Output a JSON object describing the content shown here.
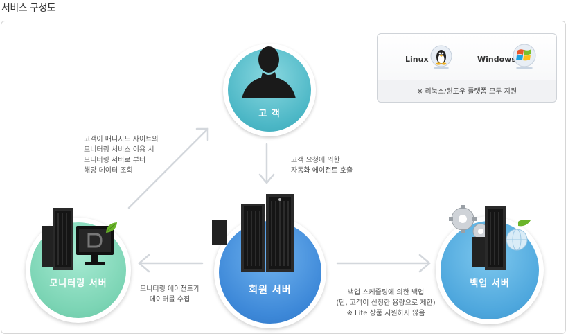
{
  "title": "서비스 구성도",
  "platform": {
    "linux_label": "Linux",
    "windows_label": "Windows",
    "note": "※ 리눅스/윈도우 플랫폼 모두 지원"
  },
  "nodes": {
    "customer": "고 객",
    "member_server": "회원 서버",
    "monitoring_server": "모니터링 서버",
    "backup_server": "백업 서버"
  },
  "notes": {
    "customer_view": [
      "고객이 매니지드 사이트의",
      "모니터링 서비스 이용 시",
      "모니터링 서버로 부터",
      "해당 데이터 조회"
    ],
    "agent_call": [
      "고객 요청에 의한",
      "자동화 에이전트 호출"
    ],
    "collect": [
      "모니터링 에이전트가",
      "데이터를 수집"
    ],
    "backup": [
      "백업 스케줄링에 의한 백업",
      "(단, 고객이 신청한 용량으로 제한)",
      "※ Lite 상품 지원하지 않음"
    ]
  },
  "colors": {
    "customer_circle": "#5fc3cf",
    "member_circle": "#3b86d6",
    "monitoring_circle": "#7fd6b8",
    "backup_circle": "#58aee0",
    "arrow": "#d0d4d9"
  },
  "icons": [
    "person-silhouette-icon",
    "server-rack-icon",
    "monitor-icon",
    "gear-icon",
    "globe-icon",
    "leaf-icon",
    "linux-penguin-icon",
    "windows-logo-icon"
  ]
}
